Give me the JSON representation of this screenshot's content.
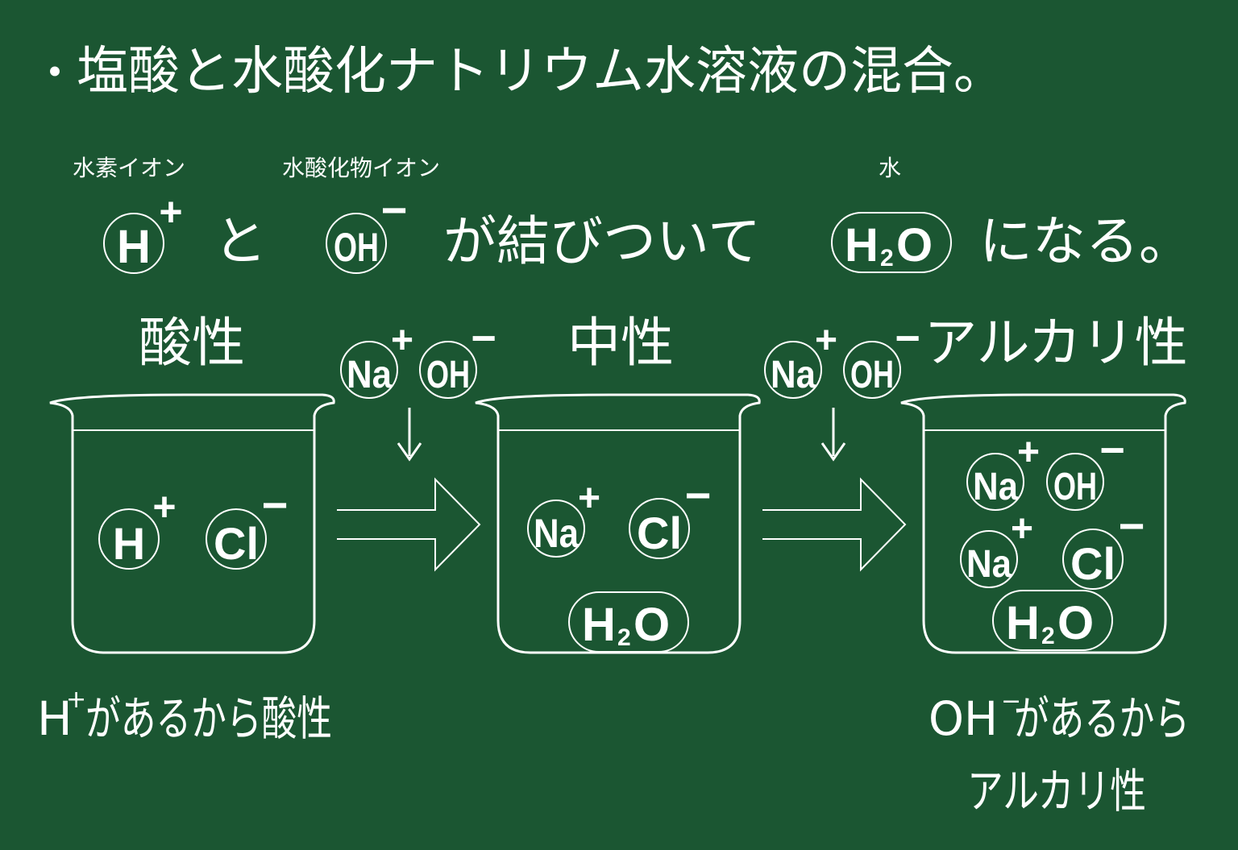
{
  "title": {
    "bullet": "・",
    "text": "塩酸と水酸化ナトリウム水溶液の混合。"
  },
  "reaction": {
    "hydrogen_ion_name": "水素イオン",
    "hydroxide_ion_name": "水酸化物イオン",
    "water_name": "水",
    "h": "H",
    "plus": "+",
    "oh": "OH",
    "minus": "−",
    "to": "と",
    "combine": "が結びついて",
    "h2o_h": "H",
    "h2o_2": "2",
    "h2o_o": "O",
    "becomes": "になる。"
  },
  "states": {
    "acidic": "酸性",
    "neutral": "中性",
    "alkaline": "アルカリ性"
  },
  "added": {
    "na": "Na",
    "plus": "+",
    "oh": "OH",
    "minus": "−",
    "arrow": "↓"
  },
  "beaker1": {
    "h": "H",
    "plus": "+",
    "cl": "Cl",
    "minus": "−"
  },
  "beaker2": {
    "na": "Na",
    "plus": "+",
    "cl": "Cl",
    "minus": "−",
    "h": "H",
    "sub": "2",
    "o": "O"
  },
  "beaker3": {
    "na1": "Na",
    "plus1": "+",
    "oh": "OH",
    "minus1": "−",
    "na2": "Na",
    "plus2": "+",
    "cl": "Cl",
    "minus2": "−",
    "h": "H",
    "sub": "2",
    "o": "O"
  },
  "captions": {
    "acid_h": "H",
    "acid_plus": "+",
    "acid_text": "があるから酸性",
    "alk_oh": "OH",
    "alk_minus": "−",
    "alk_text1": "があるから",
    "alk_text2": "アルカリ性"
  },
  "colors": {
    "board": "#1b5632",
    "chalk": "#ffffff"
  }
}
